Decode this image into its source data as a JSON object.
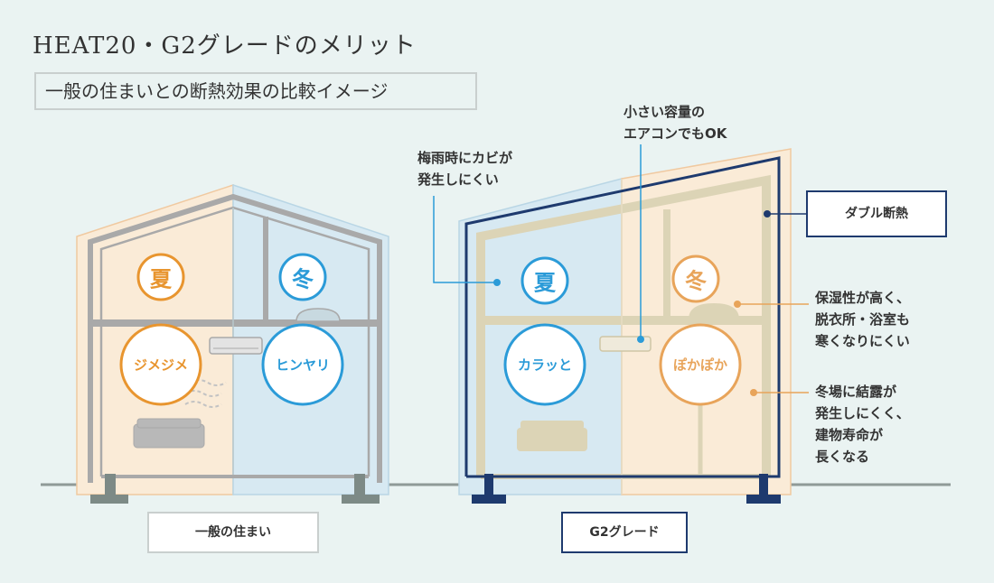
{
  "title": "HEAT20・G2グレードのメリット",
  "subtitle": "一般の住まいとの断熱効果の比較イメージ",
  "houses": {
    "general": {
      "label": "一般の住まい",
      "summer": "夏",
      "winter": "冬",
      "summer_feel": "ジメジメ",
      "winter_feel": "ヒンヤリ"
    },
    "g2": {
      "label": "G2グレード",
      "summer": "夏",
      "winter": "冬",
      "summer_feel": "カラッと",
      "winter_feel": "ぽかぽか"
    }
  },
  "annotations": {
    "mold": [
      "梅雨時にカビが",
      "発生しにくい"
    ],
    "ac": [
      "小さい容量の",
      "エアコンでもOK"
    ],
    "double": "ダブル断熱",
    "humid": [
      "保湿性が高く、",
      "脱衣所・浴室も",
      "寒くなりにくい"
    ],
    "condense": [
      "冬場に結露が",
      "発生しにくく、",
      "建物寿命が",
      "長くなる"
    ]
  },
  "colors": {
    "background": "#eaf3f2",
    "summer_orange": "#e8952f",
    "winter_blue": "#2b9bd8",
    "g2_navy": "#1e3a6e",
    "frame_gray": "#a9a9a9",
    "frame_beige": "#dcd4b6"
  }
}
